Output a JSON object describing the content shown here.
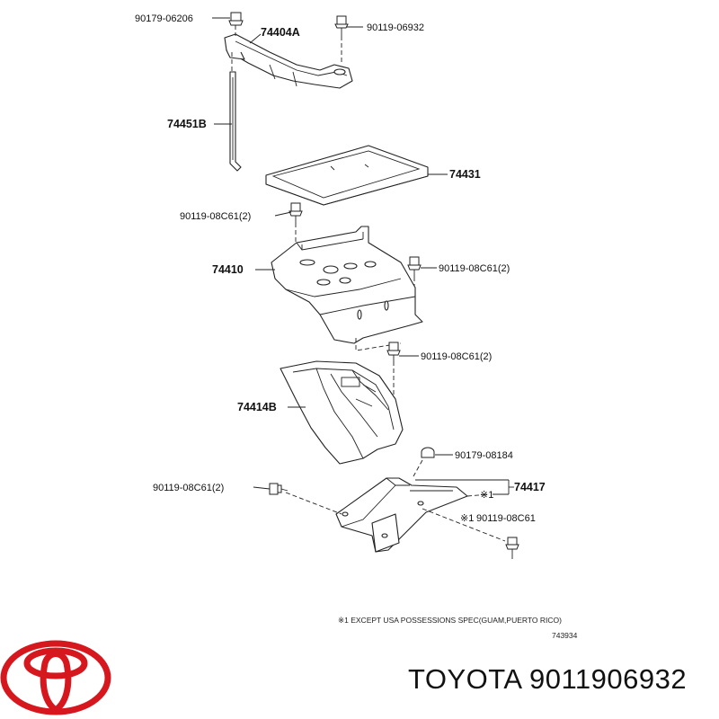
{
  "callouts": {
    "c1": "90179-06206",
    "c2": "74404A",
    "c3": "90119-06932",
    "c4": "74451B",
    "c5": "74431",
    "c6": "90119-08C61(2)",
    "c7": "74410",
    "c8": "90119-08C61(2)",
    "c9": "90119-08C61(2)",
    "c10": "74414B",
    "c11": "90179-08184",
    "c12": "90119-08C61(2)",
    "c13": "74417",
    "c14": "※1",
    "c15": "※1",
    "c16": "90119-08C61"
  },
  "footnote": "※1 EXCEPT USA POSSESSIONS SPEC(GUAM,PUERTO RICO)",
  "diagram_code": "743934",
  "brand": {
    "name": "TOYOTA",
    "part_number": "9011906932",
    "footer_text": "TOYOTA 9011906932",
    "logo_color": "#d6171e"
  }
}
